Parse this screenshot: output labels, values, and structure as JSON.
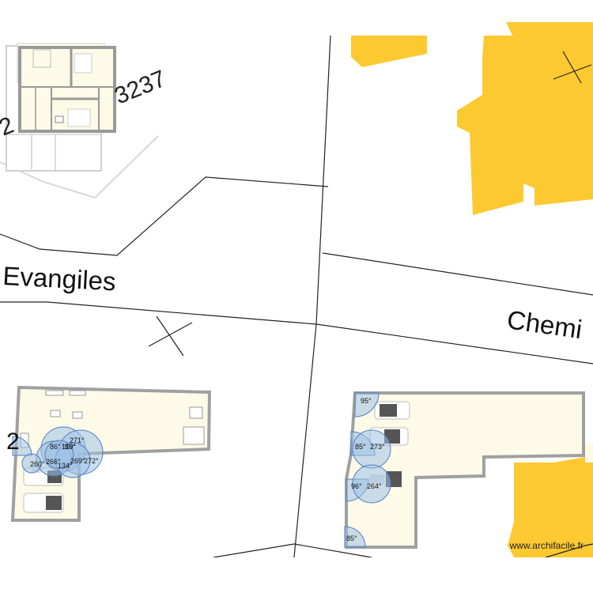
{
  "map": {
    "labels": {
      "street_1": "Evangiles",
      "street_2": "Chemi",
      "parcel_number": "3237",
      "parcel_fragment": "2",
      "edge_fragment": "2"
    },
    "angles": [
      "86°",
      "110°",
      "271°",
      "89°",
      "260°",
      "266°",
      "269°",
      "272°",
      "134°",
      "95°",
      "85°",
      "273°",
      "96°",
      "264°",
      "85°"
    ],
    "colors": {
      "building_fill": "#fdc931",
      "room_fill": "#fdfbe8",
      "wall": "#a0a0a0",
      "cadastre_line": "#222222",
      "angle_fill": "#9fc1e6",
      "angle_stroke": "#4f7fc0"
    }
  },
  "footer": {
    "credit": "www.archifacile.fr"
  }
}
